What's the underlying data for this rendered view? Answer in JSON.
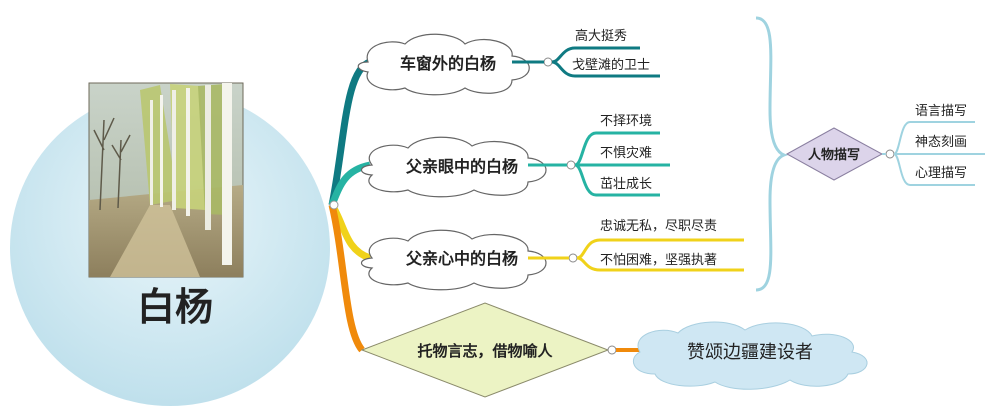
{
  "central": {
    "title": "白杨"
  },
  "branches": [
    {
      "label": "车窗外的白杨",
      "color": "#0f7a82",
      "leaves": [
        "高大挺秀",
        "戈壁滩的卫士"
      ]
    },
    {
      "label": "父亲眼中的白杨",
      "color": "#26b3a3",
      "leaves": [
        "不择环境",
        "不惧灾难",
        "茁壮成长"
      ]
    },
    {
      "label": "父亲心中的白杨",
      "color": "#f0d21a",
      "leaves": [
        "忠诚无私，尽职尽责",
        "不怕困难，坚强执著"
      ]
    }
  ],
  "theme": {
    "label": "托物言志，借物喻人",
    "color": "#f08a0b",
    "outcome": "赞颂边疆建设者"
  },
  "summary": {
    "label": "人物描写",
    "items": [
      "语言描写",
      "神态刻画",
      "心理描写"
    ]
  },
  "colors": {
    "oval": "#cfe9f2",
    "diamond": "#ecf3c4",
    "cloud": "#cfe7f3",
    "summaryDiamond": "#dcd4ea",
    "brace": "#9fd3e0"
  }
}
